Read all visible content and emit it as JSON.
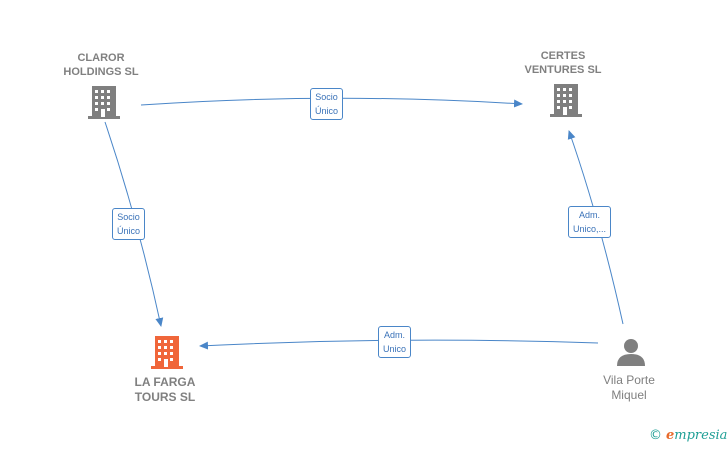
{
  "nodes": {
    "claror": {
      "label_line1": "CLAROR",
      "label_line2": "HOLDINGS  SL",
      "type": "company",
      "color": "#7f7f7f"
    },
    "certes": {
      "label_line1": "CERTES",
      "label_line2": "VENTURES  SL",
      "type": "company",
      "color": "#7f7f7f"
    },
    "lafarga": {
      "label_line1": "LA FARGA",
      "label_line2": "TOURS  SL",
      "type": "company",
      "color": "#f0663a"
    },
    "vila": {
      "label_line1": "Vila Porte",
      "label_line2": "Miquel",
      "type": "person",
      "color": "#7f7f7f"
    }
  },
  "edges": {
    "claror_certes": {
      "line1": "Socio",
      "line2": "Único"
    },
    "claror_lafarga": {
      "line1": "Socio",
      "line2": "Único"
    },
    "vila_certes": {
      "line1": "Adm.",
      "line2": "Unico,..."
    },
    "vila_lafarga": {
      "line1": "Adm.",
      "line2": "Unico"
    }
  },
  "colors": {
    "edge": "#4a86c8",
    "label_text": "#808080"
  },
  "brand": {
    "copyright": "©",
    "initial": "e",
    "rest": "mpresia"
  }
}
